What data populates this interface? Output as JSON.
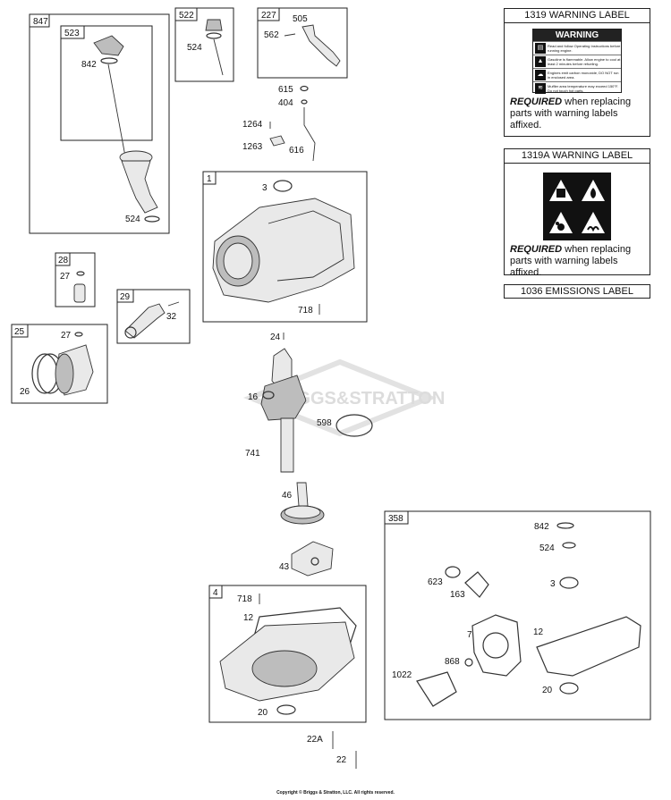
{
  "boxes": {
    "b847": "847",
    "b523": "523",
    "b522": "522",
    "b227": "227",
    "b1": "1",
    "b28": "28",
    "b29": "29",
    "b25": "25",
    "b4": "4",
    "b358": "358"
  },
  "labels": {
    "l842a": "842",
    "l524a": "524",
    "l524b": "524",
    "l505": "505",
    "l562": "562",
    "l615": "615",
    "l404": "404",
    "l1264": "1264",
    "l1263": "1263",
    "l616": "616",
    "l3a": "3",
    "l718a": "718",
    "l27a": "27",
    "l32": "32",
    "l27b": "27",
    "l26": "26",
    "l24": "24",
    "l16": "16",
    "l598": "598",
    "l741": "741",
    "l46": "46",
    "l43": "43",
    "l718b": "718",
    "l12a": "12",
    "l20a": "20",
    "l22a": "22A",
    "l22": "22",
    "l842b": "842",
    "l524c": "524",
    "l623": "623",
    "l163": "163",
    "l3b": "3",
    "l7": "7",
    "l12b": "12",
    "l868": "868",
    "l1022": "1022",
    "l20b": "20"
  },
  "watermark": "BRIGGS&STRATTON",
  "panels": {
    "p1319": {
      "title": "1319 WARNING LABEL",
      "sticker_title": "WARNING",
      "sticker_lines": [
        "Read and follow Operating Instructions before running engine.",
        "Gasoline is flammable. Allow engine to cool at least 2 minutes before refueling.",
        "Engines emit carbon monoxide, DO NOT run in enclosed area.",
        "Muffler area temperature may exceed 150°F. Do not touch hot parts."
      ],
      "req_bold": "REQUIRED",
      "req_text": " when replacing parts with warning labels affixed."
    },
    "p1319a": {
      "title": "1319A WARNING LABEL",
      "req_bold": "REQUIRED",
      "req_text": " when replacing parts with warning labels affixed."
    },
    "p1036": {
      "title": "1036 EMISSIONS LABEL"
    }
  },
  "footer": {
    "copyright": "Copyright © Briggs & Stratton, LLC. All rights reserved."
  }
}
